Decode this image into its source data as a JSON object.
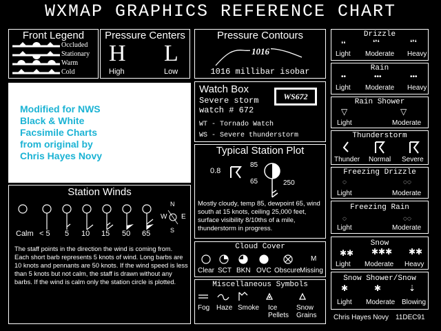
{
  "title": "WXMAP GRAPHICS REFERENCE CHART",
  "front_legend": {
    "title": "Front Legend",
    "items": [
      "Occluded",
      "Stationary",
      "Warm",
      "Cold"
    ]
  },
  "pressure_centers": {
    "title": "Pressure Centers",
    "high_symbol": "H",
    "low_symbol": "L",
    "high_label": "High",
    "low_label": "Low"
  },
  "pressure_contours": {
    "title": "Pressure Contours",
    "contour_value": "1016",
    "caption": "1016 millibar isobar"
  },
  "drizzle": {
    "title": "Drizzle",
    "labels": [
      "Light",
      "Moderate",
      "Heavy"
    ]
  },
  "rain": {
    "title": "Rain",
    "labels": [
      "Light",
      "Moderate",
      "Heavy"
    ]
  },
  "rain_shower": {
    "title": "Rain Shower",
    "labels": [
      "Light",
      "Moderate"
    ]
  },
  "thunderstorm": {
    "title": "Thunderstorm",
    "labels": [
      "Thunder",
      "Normal",
      "Severe"
    ]
  },
  "freezing_drizzle": {
    "title": "Freezing Drizzle",
    "labels": [
      "Light",
      "Moderate"
    ]
  },
  "freezing_rain": {
    "title": "Freezing Rain",
    "labels": [
      "Light",
      "Moderate"
    ]
  },
  "snow": {
    "title": "Snow",
    "labels": [
      "Light",
      "Moderate",
      "Heavy"
    ]
  },
  "snow_shower": {
    "title": "Snow Shower/Snow",
    "labels": [
      "Light",
      "Moderate",
      "Blowing"
    ]
  },
  "nws_note": {
    "lines": [
      "Modified for NWS",
      "Black & White",
      "Facsimile Charts",
      "from original by",
      "Chris Hayes Novy"
    ],
    "color": "#1bb3d4"
  },
  "watch_box": {
    "title": "Watch Box",
    "line1": "Severe storm",
    "line2": "watch # 672",
    "badge": "WS672",
    "legend1": "WT - Tornado Watch",
    "legend2": "WS - Severe thunderstorm"
  },
  "station_plot": {
    "title": "Typical Station Plot",
    "visibility": "0.8",
    "temperature": "85",
    "dewpoint": "65",
    "ceiling": "250",
    "description": "Mostly cloudy, temp 85, dewpoint 65, wind south at 15 knots, ceiling 25,000 feet, surface visibility 8/10ths of a mile, thunderstorm in progress."
  },
  "station_winds": {
    "title": "Station Winds",
    "speeds": [
      "Calm",
      "< 5",
      "5",
      "10",
      "15",
      "50",
      "65"
    ],
    "compass": {
      "n": "N",
      "s": "S",
      "e": "E",
      "w": "W"
    },
    "description": "The staff points in the direction the wind is coming from.  Each short barb represents 5 knots of wind. Long barbs are 10 knots and pennants are 50 knots. If the wind speed is less than 5 knots but not calm, the staff is drawn without any barbs.  If the wind is calm only the station circle is plotted."
  },
  "cloud_cover": {
    "title": "Cloud Cover",
    "labels": [
      "Clear",
      "SCT",
      "BKN",
      "OVC",
      "Obscure",
      "Missing"
    ],
    "missing_symbol": "M"
  },
  "misc_symbols": {
    "title": "Miscellaneous Symbols",
    "labels": [
      "Fog",
      "Haze",
      "Smoke",
      "Ice Pellets",
      "Snow Grains"
    ]
  },
  "footer": {
    "author": "Chris Hayes Novy",
    "date": "11DEC91"
  }
}
